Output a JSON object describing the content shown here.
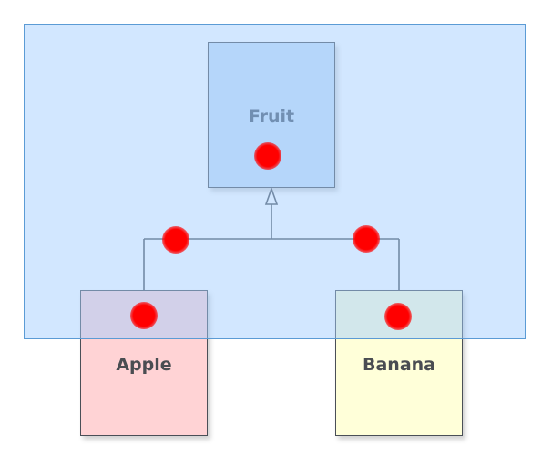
{
  "diagram": {
    "parent_class": {
      "name": "Fruit",
      "fill": "#c8def5"
    },
    "child_classes": [
      {
        "name": "Apple",
        "fill": "#ffd3d5"
      },
      {
        "name": "Banana",
        "fill": "#ffffd9"
      }
    ],
    "relationship": "inheritance",
    "selection": {
      "fill": "#a0cdff",
      "border": "#5b9bd5"
    },
    "handle_color": "#ff0000"
  }
}
